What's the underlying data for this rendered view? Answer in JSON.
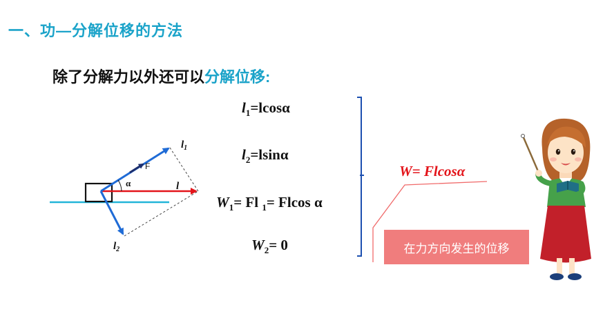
{
  "header": {
    "title": "一、功—分解位移的方法",
    "subtitle_main": "除了分解力以外还可以",
    "subtitle_highlight": "分解位移:"
  },
  "equations": {
    "eq1": {
      "l": "l",
      "sub": "1",
      "rest": "=lcosα"
    },
    "eq2": {
      "l": "l",
      "sub": "2",
      "rest": "=lsinα"
    },
    "eq3": {
      "w": "W",
      "wsub": "1",
      "mid": "= Fl ",
      "lsub": "1",
      "rest": "= Flcos α"
    },
    "eq4": {
      "w": "W",
      "wsub": "2",
      "rest": "= 0"
    }
  },
  "result": {
    "formula": "W= Flcosα"
  },
  "annotation": {
    "label": "在力方向发生的位移"
  },
  "diagram": {
    "label_l1": "l",
    "label_l1_sub": "1",
    "label_l2": "l",
    "label_l2_sub": "2",
    "label_F": "F",
    "label_alpha": "α",
    "label_l": "l"
  },
  "colors": {
    "title": "#1ba3c9",
    "vector_blue": "#1f6bd6",
    "vector_red": "#e3141a",
    "ground": "#22b5d8",
    "result": "#e3141a",
    "label_box": "#f07d7d"
  },
  "icons": {
    "teacher": "teacher-with-pointer-icon"
  }
}
